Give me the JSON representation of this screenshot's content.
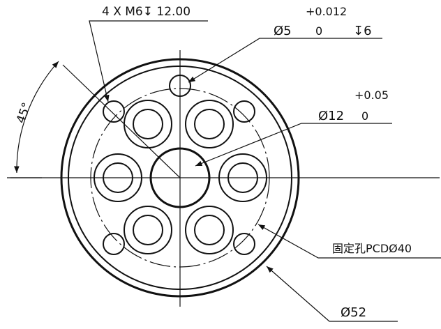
{
  "annotations": {
    "thread_callout": "4 X M6↧ 12.00",
    "pin_tolerance": "+0.012",
    "pin_diameter": "Ø5",
    "pin_zero": "0",
    "pin_depth": "↧6",
    "angle": "45°",
    "bore_tolerance": "+0.05",
    "bore_diameter": "Ø12",
    "bore_zero": "0",
    "pcd_label": "固定孔PCDØ40",
    "outer_diameter": "Ø52"
  },
  "colors": {
    "line": "#111111",
    "background": "#ffffff"
  }
}
